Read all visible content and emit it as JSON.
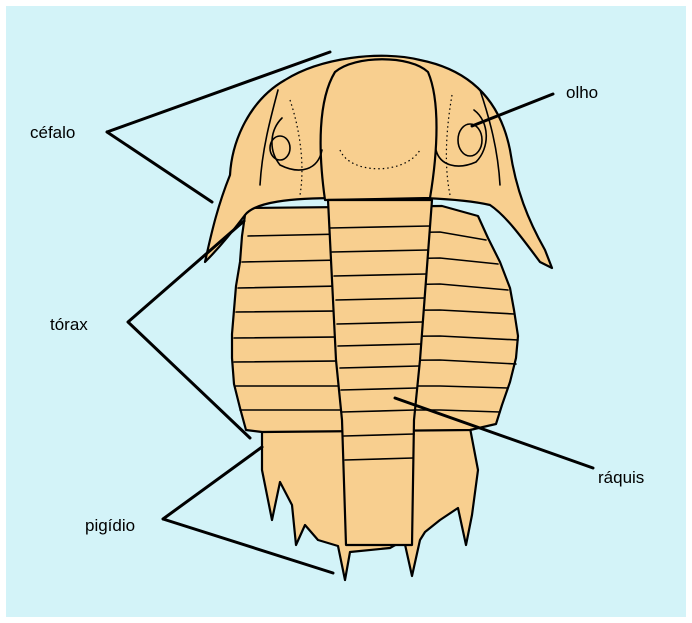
{
  "colors": {
    "background": "#d3f3f8",
    "body_fill": "#f8cf8f",
    "outline": "#000000"
  },
  "labels": {
    "cefalo": "céfalo",
    "olho": "olho",
    "torax": "tórax",
    "raquis": "ráquis",
    "pigidio": "pigídio"
  }
}
